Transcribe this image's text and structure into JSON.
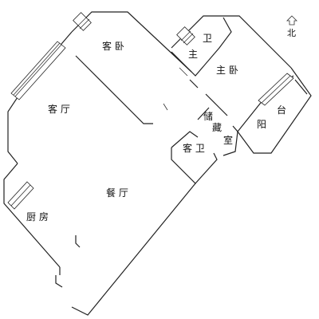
{
  "rooms": {
    "guest_bedroom": "客 卧",
    "master_bath_top": "卫",
    "master_bath_left": "主",
    "master_bedroom": "主 卧",
    "living_room": "客 厅",
    "storage_1": "储",
    "storage_2": "藏",
    "storage_3": "室",
    "balcony_1": "阳",
    "balcony_2": "台",
    "guest_bath": "客 卫",
    "dining_room": "餐 厅",
    "kitchen": "厨 房"
  },
  "compass": {
    "label": "北"
  }
}
